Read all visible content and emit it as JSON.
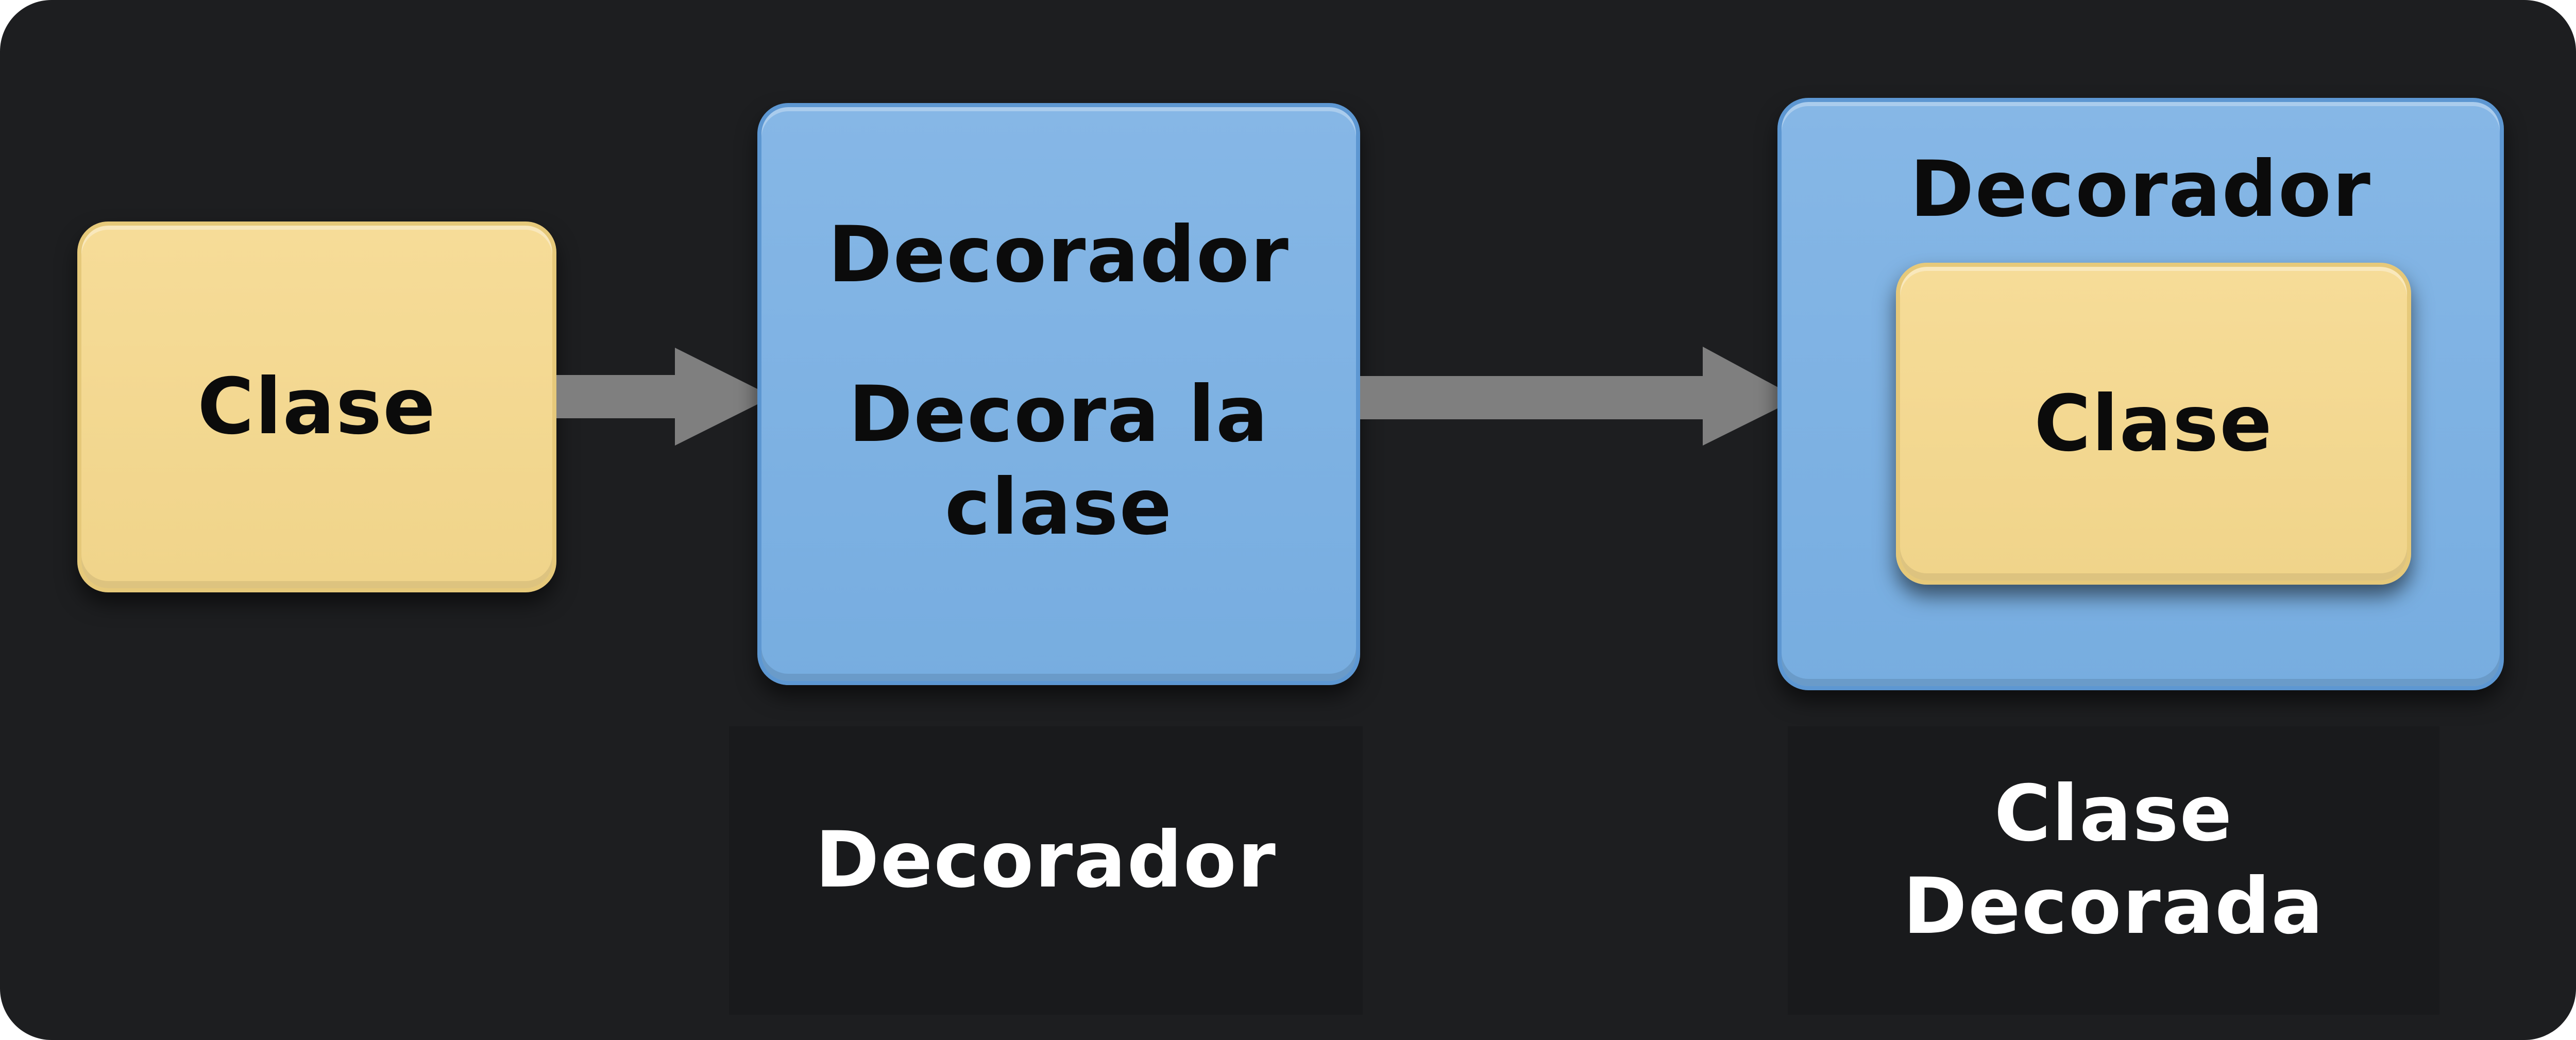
{
  "diagram": {
    "source_box": {
      "label": "Clase"
    },
    "decorator_box": {
      "title": "Decorador",
      "description": "Decora la clase"
    },
    "result_box": {
      "outer_label": "Decorador",
      "inner_label": "Clase"
    },
    "captions": {
      "decorator": "Decorador",
      "result_line1": "Clase",
      "result_line2": "Decorada"
    },
    "colors": {
      "background": "#1d1e20",
      "class_box": "#f2d68d",
      "decorator_box": "#7db2e3",
      "arrow": "#7f7f7f",
      "caption_text": "#ffffff"
    }
  }
}
